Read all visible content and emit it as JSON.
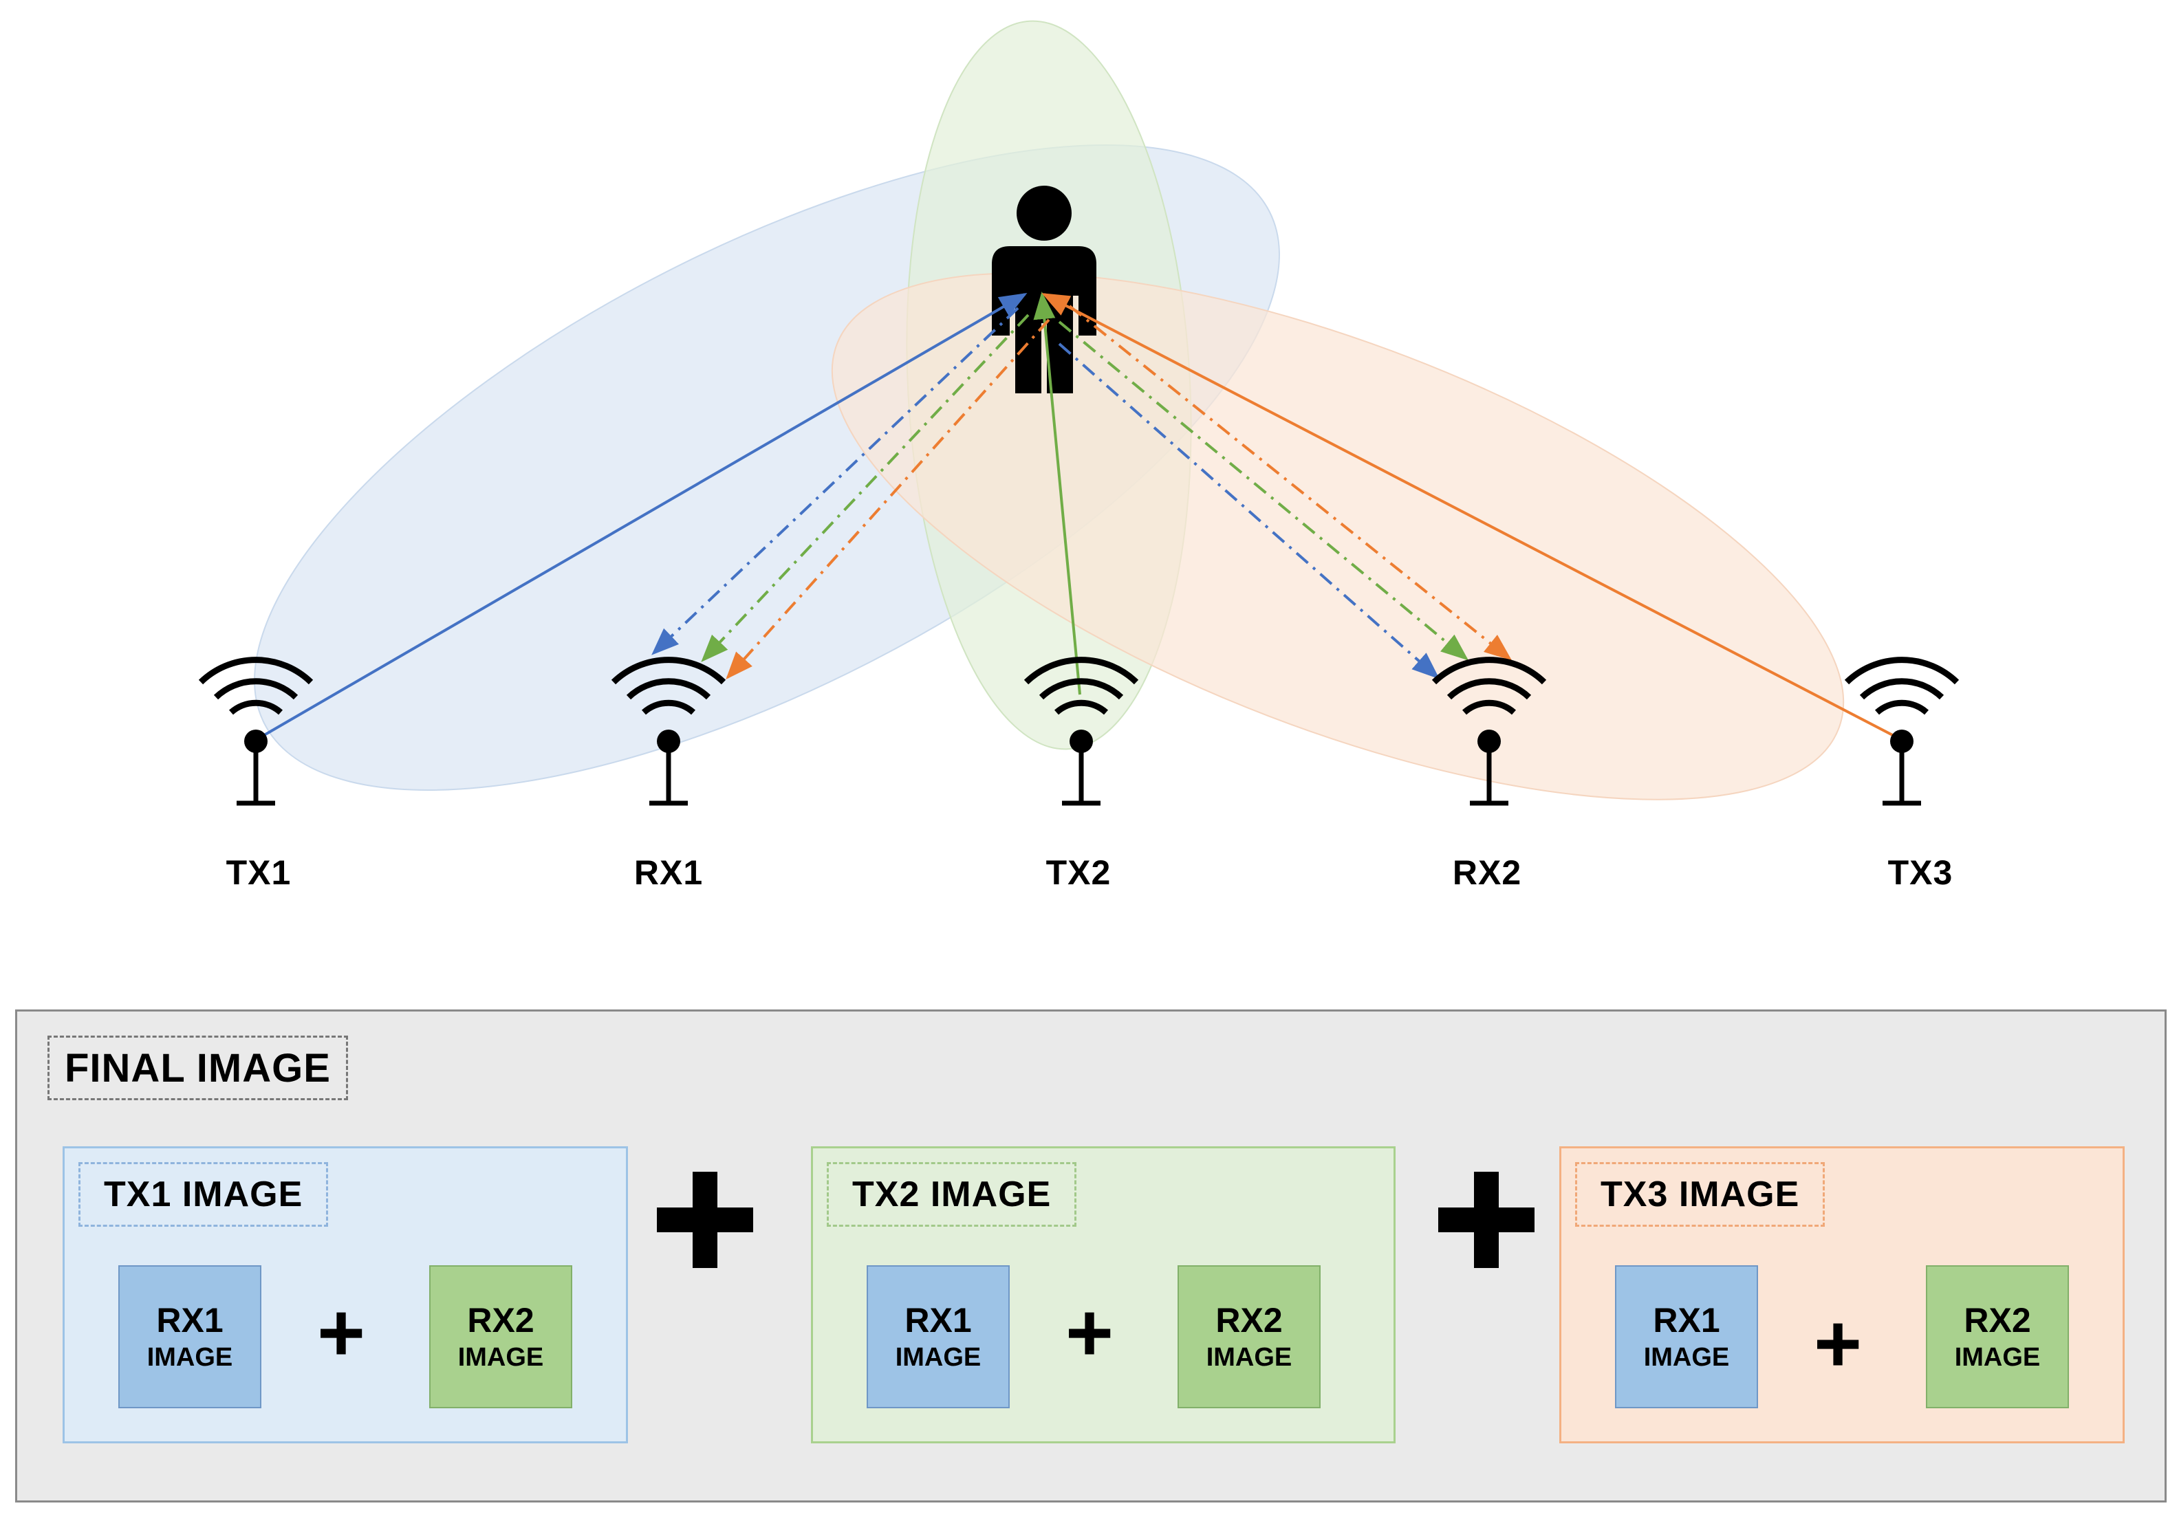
{
  "diagram": {
    "antennas": [
      {
        "id": "tx1",
        "label": "TX1",
        "role": "transmitter",
        "color": "#4472c4"
      },
      {
        "id": "rx1",
        "label": "RX1",
        "role": "receiver"
      },
      {
        "id": "tx2",
        "label": "TX2",
        "role": "transmitter",
        "color": "#70ad47"
      },
      {
        "id": "rx2",
        "label": "RX2",
        "role": "receiver"
      },
      {
        "id": "tx3",
        "label": "TX3",
        "role": "transmitter",
        "color": "#ed7d31"
      }
    ],
    "paths": [
      {
        "from": "tx1",
        "to": "person",
        "style": "solid",
        "color": "#4472c4"
      },
      {
        "from": "tx2",
        "to": "person",
        "style": "solid",
        "color": "#70ad47"
      },
      {
        "from": "tx3",
        "to": "person",
        "style": "solid",
        "color": "#ed7d31"
      },
      {
        "from": "person",
        "to": "rx1",
        "style": "dash-dot",
        "color": "#4472c4"
      },
      {
        "from": "person",
        "to": "rx1",
        "style": "dash-dot",
        "color": "#70ad47"
      },
      {
        "from": "person",
        "to": "rx1",
        "style": "dash-dot",
        "color": "#ed7d31"
      },
      {
        "from": "person",
        "to": "rx2",
        "style": "dash-dot",
        "color": "#4472c4"
      },
      {
        "from": "person",
        "to": "rx2",
        "style": "dash-dot",
        "color": "#70ad47"
      },
      {
        "from": "person",
        "to": "rx2",
        "style": "dash-dot",
        "color": "#ed7d31"
      }
    ],
    "ellipse_colors": {
      "tx1": "#dae6f3",
      "tx2": "#e2efd9",
      "tx3": "#fbe5d6"
    }
  },
  "final": {
    "title": "FINAL IMAGE",
    "tx_images": [
      {
        "title": "TX1 IMAGE",
        "color_bg": "#deebf7",
        "color_border": "#9dc3e6",
        "rx1": {
          "line1": "RX1",
          "line2": "IMAGE"
        },
        "rx2": {
          "line1": "RX2",
          "line2": "IMAGE"
        }
      },
      {
        "title": "TX2 IMAGE",
        "color_bg": "#e2efda",
        "color_border": "#a9d18e",
        "rx1": {
          "line1": "RX1",
          "line2": "IMAGE"
        },
        "rx2": {
          "line1": "RX2",
          "line2": "IMAGE"
        }
      },
      {
        "title": "TX3 IMAGE",
        "color_bg": "#fbe5d6",
        "color_border": "#f4b183",
        "rx1": {
          "line1": "RX1",
          "line2": "IMAGE"
        },
        "rx2": {
          "line1": "RX2",
          "line2": "IMAGE"
        }
      }
    ],
    "plus_symbol": "+"
  }
}
